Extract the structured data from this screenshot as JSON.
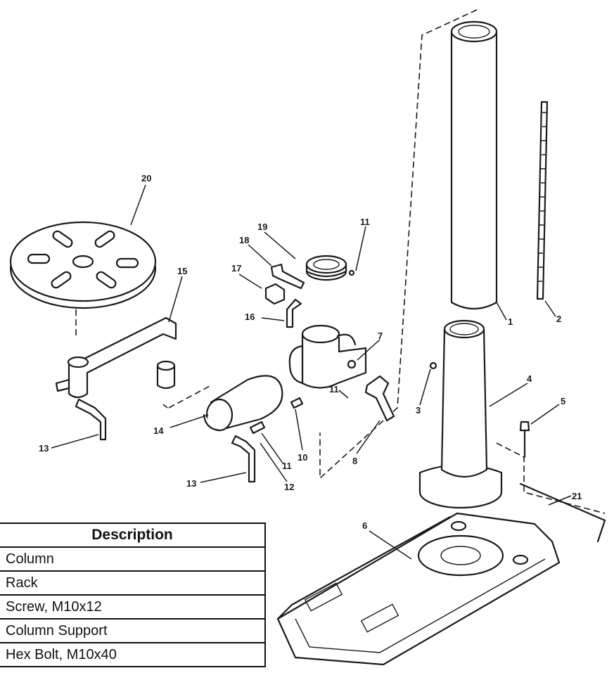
{
  "callouts": {
    "c20": "20",
    "c19": "19",
    "c18": "18",
    "c17": "17",
    "c16": "16",
    "c15": "15",
    "c11a": "11",
    "c11b": "11",
    "c11c": "11",
    "c7": "7",
    "c1": "1",
    "c2": "2",
    "c3": "3",
    "c4": "4",
    "c5": "5",
    "c14": "14",
    "c13a": "13",
    "c13b": "13",
    "c10": "10",
    "c8": "8",
    "c12": "12",
    "c6": "6",
    "c21": "21"
  },
  "table": {
    "header": "Description",
    "rows": [
      {
        "description": "Column"
      },
      {
        "description": "Rack"
      },
      {
        "description": "Screw, M10x12"
      },
      {
        "description": "Column Support"
      },
      {
        "description": "Hex Bolt, M10x40"
      }
    ]
  }
}
